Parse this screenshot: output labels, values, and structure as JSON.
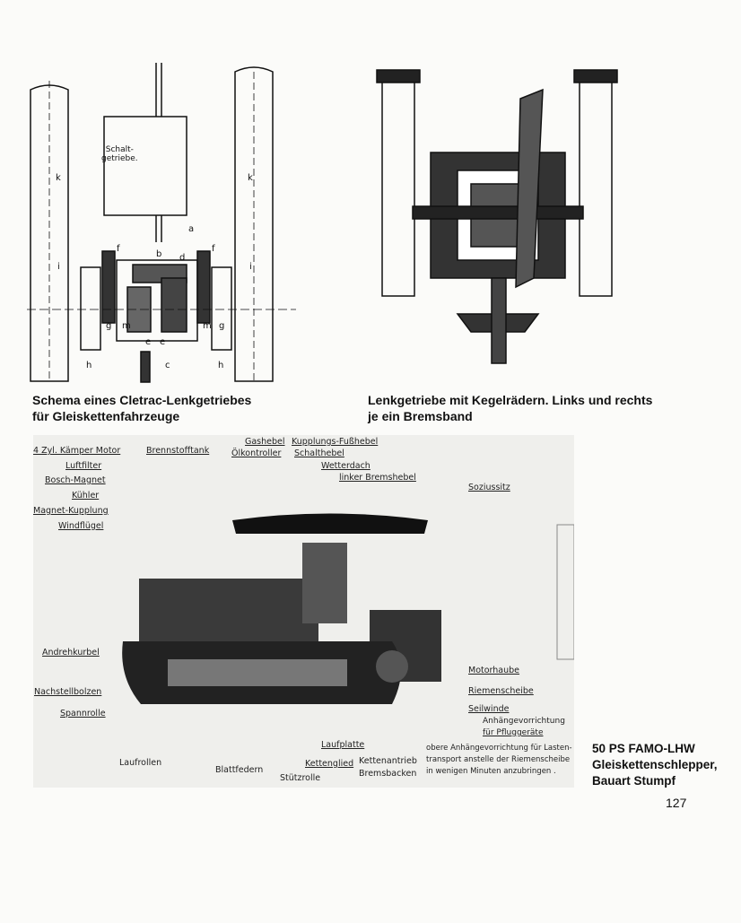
{
  "figures": {
    "cletrac": {
      "caption_line1": "Schema eines Cletrac-Lenkgetriebes",
      "caption_line2": "für Gleiskettenfahrzeuge",
      "gearbox_label_line1": "Schalt-",
      "gearbox_label_line2": "getriebe.",
      "letters": {
        "k_left": "k",
        "k_right": "k",
        "a": "a",
        "b": "b",
        "d": "d",
        "f_left": "f",
        "f_right": "f",
        "i_left": "i",
        "i_right": "i",
        "g_left": "g",
        "g_right": "g",
        "m_left": "m",
        "m_right": "m",
        "e_left": "e",
        "e_right": "e",
        "h_left": "h",
        "h_right": "h",
        "c": "c"
      }
    },
    "kegelraeder": {
      "caption_line1": "Lenkgetriebe mit Kegelrädern. Links und rechts",
      "caption_line2": "je ein Bremsband"
    },
    "famo": {
      "caption_line1": "50 PS FAMO-LHW",
      "caption_line2": "Gleiskettenschlepper,",
      "caption_line3": "Bauart Stumpf",
      "labels": {
        "motor": "4 Zyl. Kämper Motor",
        "luftfilter": "Luftfilter",
        "bosch": "Bosch-Magnet",
        "kuehler": "Kühler",
        "magnetkupplung": "Magnet-Kupplung",
        "windfluegel": "Windflügel",
        "brennstofftank": "Brennstofftank",
        "gashebel": "Gashebel",
        "oelkontroller": "Ölkontroller",
        "kupplungsfusshebel": "Kupplungs-Fußhebel",
        "schalthebel": "Schalthebel",
        "wetterdach": "Wetterdach",
        "bremshebel": "linker Bremshebel",
        "soziussitz": "Soziussitz",
        "andrehkurbel": "Andrehkurbel",
        "nachstellbolzen": "Nachstellbolzen",
        "spannrolle": "Spannrolle",
        "laufrollen": "Laufrollen",
        "blattfedern": "Blattfedern",
        "stuetzrolle": "Stützrolle",
        "kettenglied": "Kettenglied",
        "laufplatte": "Laufplatte",
        "kettenantrieb": "Kettenantrieb",
        "bremsbacken": "Bremsbacken",
        "motorhaube": "Motorhaube",
        "riemenscheibe": "Riemenscheibe",
        "seilwinde": "Seilwinde",
        "anhaenge1": "Anhängevorrichtung",
        "anhaenge2": "für Pfluggeräte",
        "obere1": "obere Anhängevorrichtung für Lasten-",
        "obere2": "transport anstelle der Riemenscheibe",
        "obere3": "in wenigen Minuten anzubringen ."
      }
    }
  },
  "page_number": "127"
}
